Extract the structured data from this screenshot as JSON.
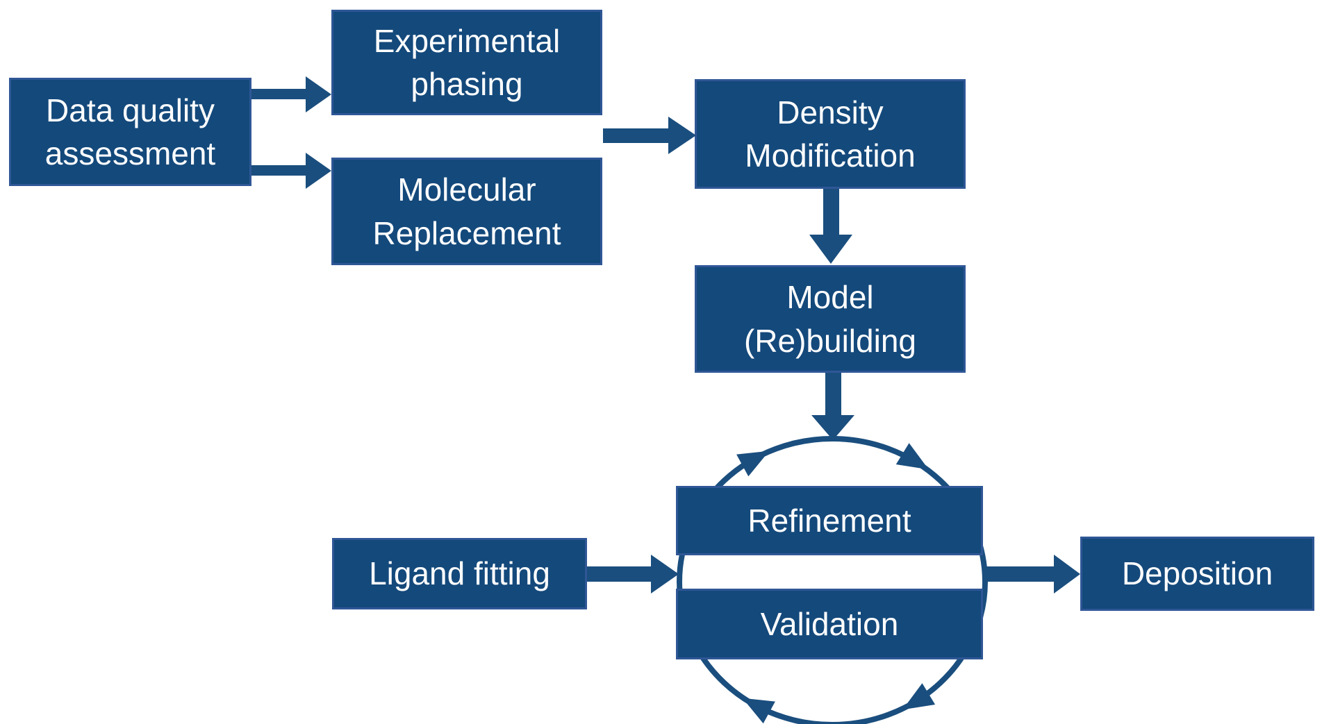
{
  "colors": {
    "box_fill": "#14497B",
    "box_border": "#2F5796",
    "arrow": "#1A4E7E",
    "text": "#FFFFFF",
    "background": "#FFFFFF"
  },
  "nodes": {
    "data_quality": {
      "label": "Data quality assessment",
      "lines": [
        "Data quality",
        "assessment"
      ]
    },
    "experimental_phasing": {
      "label": "Experimental phasing",
      "lines": [
        "Experimental",
        "phasing"
      ]
    },
    "molecular_replacement": {
      "label": "Molecular Replacement",
      "lines": [
        "Molecular",
        "Replacement"
      ]
    },
    "density_modification": {
      "label": "Density Modification",
      "lines": [
        "Density",
        "Modification"
      ]
    },
    "model_rebuilding": {
      "label": "Model (Re)building",
      "lines": [
        "Model",
        "(Re)building"
      ]
    },
    "refinement": {
      "label": "Refinement",
      "lines": [
        "Refinement"
      ]
    },
    "validation": {
      "label": "Validation",
      "lines": [
        "Validation"
      ]
    },
    "ligand_fitting": {
      "label": "Ligand fitting",
      "lines": [
        "Ligand fitting"
      ]
    },
    "deposition": {
      "label": "Deposition",
      "lines": [
        "Deposition"
      ]
    }
  },
  "edges": [
    {
      "from": "Data quality assessment",
      "to": "Experimental phasing"
    },
    {
      "from": "Data quality assessment",
      "to": "Molecular Replacement"
    },
    {
      "from": "Experimental phasing / Molecular Replacement",
      "to": "Density Modification"
    },
    {
      "from": "Density Modification",
      "to": "Model (Re)building"
    },
    {
      "from": "Model (Re)building",
      "to": "Refinement-Validation cycle"
    },
    {
      "from": "Ligand fitting",
      "to": "Refinement-Validation cycle"
    },
    {
      "from": "Refinement-Validation cycle",
      "to": "Deposition"
    }
  ],
  "cycle": {
    "members": [
      "Refinement",
      "Validation"
    ],
    "direction": "clockwise",
    "arrowhead_count": 4
  }
}
